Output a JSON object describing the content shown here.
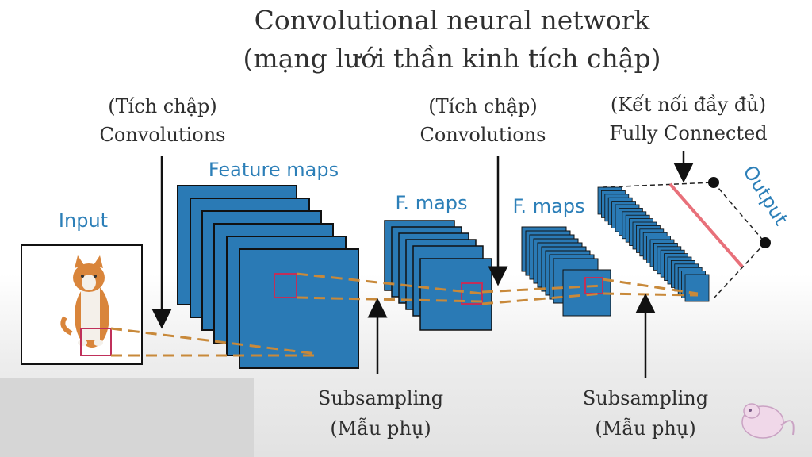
{
  "title": {
    "line1": "Convolutional neural network",
    "line2": "(mạng lưới thần kinh tích chập)"
  },
  "labels": {
    "conv1_vi": "(Tích chập)",
    "conv1_en": "Convolutions",
    "conv2_vi": "(Tích chập)",
    "conv2_en": "Convolutions",
    "fc_vi": "(Kết nối đầy đủ)",
    "fc_en": "Fully Connected",
    "input": "Input",
    "feature_maps": "Feature maps",
    "fmaps1": "F. maps",
    "fmaps2": "F. maps",
    "output": "Output",
    "sub1_en": "Subsampling",
    "sub1_vi": "(Mẫu phụ)",
    "sub2_en": "Subsampling",
    "sub2_vi": "(Mẫu phụ)"
  },
  "colors": {
    "map_fill": "#2a7ab5",
    "map_border": "#111111",
    "label_blue": "#2c7fb8",
    "dash_orange": "#c8893a",
    "highlight": "#c0305a",
    "output_line": "#e8707a"
  },
  "icons": [
    "cat-image",
    "down-arrow-icon",
    "up-arrow-icon",
    "output-node-icon",
    "mascot-logo"
  ]
}
